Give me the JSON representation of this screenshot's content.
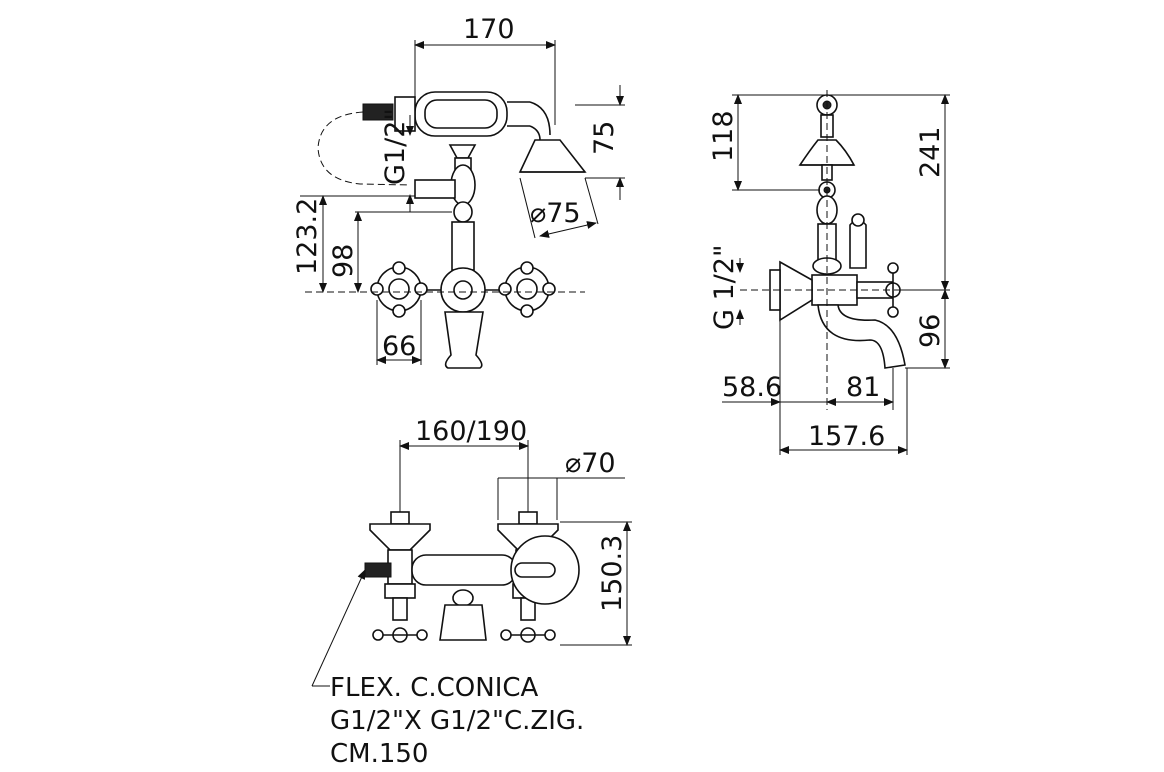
{
  "front_view": {
    "width_top": "170",
    "shower_height": "75",
    "shower_diameter": "⌀75",
    "thread_label": "G1/2\"",
    "height_outlet": "123.2",
    "height_spout": "98",
    "handle_width": "66"
  },
  "side_view": {
    "height_shower": "118",
    "height_total": "241",
    "thread_label": "G 1/2\"",
    "spout_height": "96",
    "offset_wall": "58.6",
    "spout_reach": "81",
    "total_depth": "157.6"
  },
  "top_view": {
    "centers": "160/190",
    "cup_diameter": "⌀70",
    "depth": "150.3"
  },
  "note": {
    "line1": "FLEX.  C.CONICA",
    "line2": "G1/2\"X  G1/2\"C.ZIG.",
    "line3": "CM.150"
  }
}
